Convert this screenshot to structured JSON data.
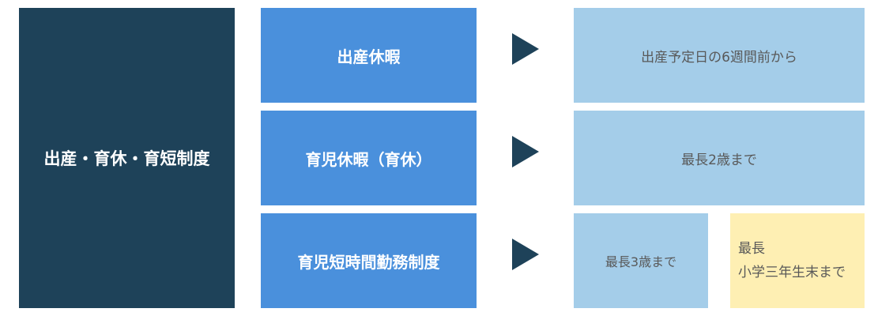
{
  "main_label": "出産・育休・育短制度",
  "rows": [
    {
      "label": "出産休暇",
      "results": [
        "出産予定日の6週間前から"
      ]
    },
    {
      "label": "育児休暇（育休）",
      "results": [
        "最長2歳まで"
      ]
    },
    {
      "label": "育児短時間勤務制度",
      "results": [
        "最長3歳まで"
      ],
      "extra": {
        "line1": "最長",
        "line2": "小学三年生末まで"
      }
    }
  ],
  "colors": {
    "dark": "#1e4259",
    "blue": "#4a90dc",
    "light": "#a4cde9",
    "yellow": "#feefb3"
  }
}
